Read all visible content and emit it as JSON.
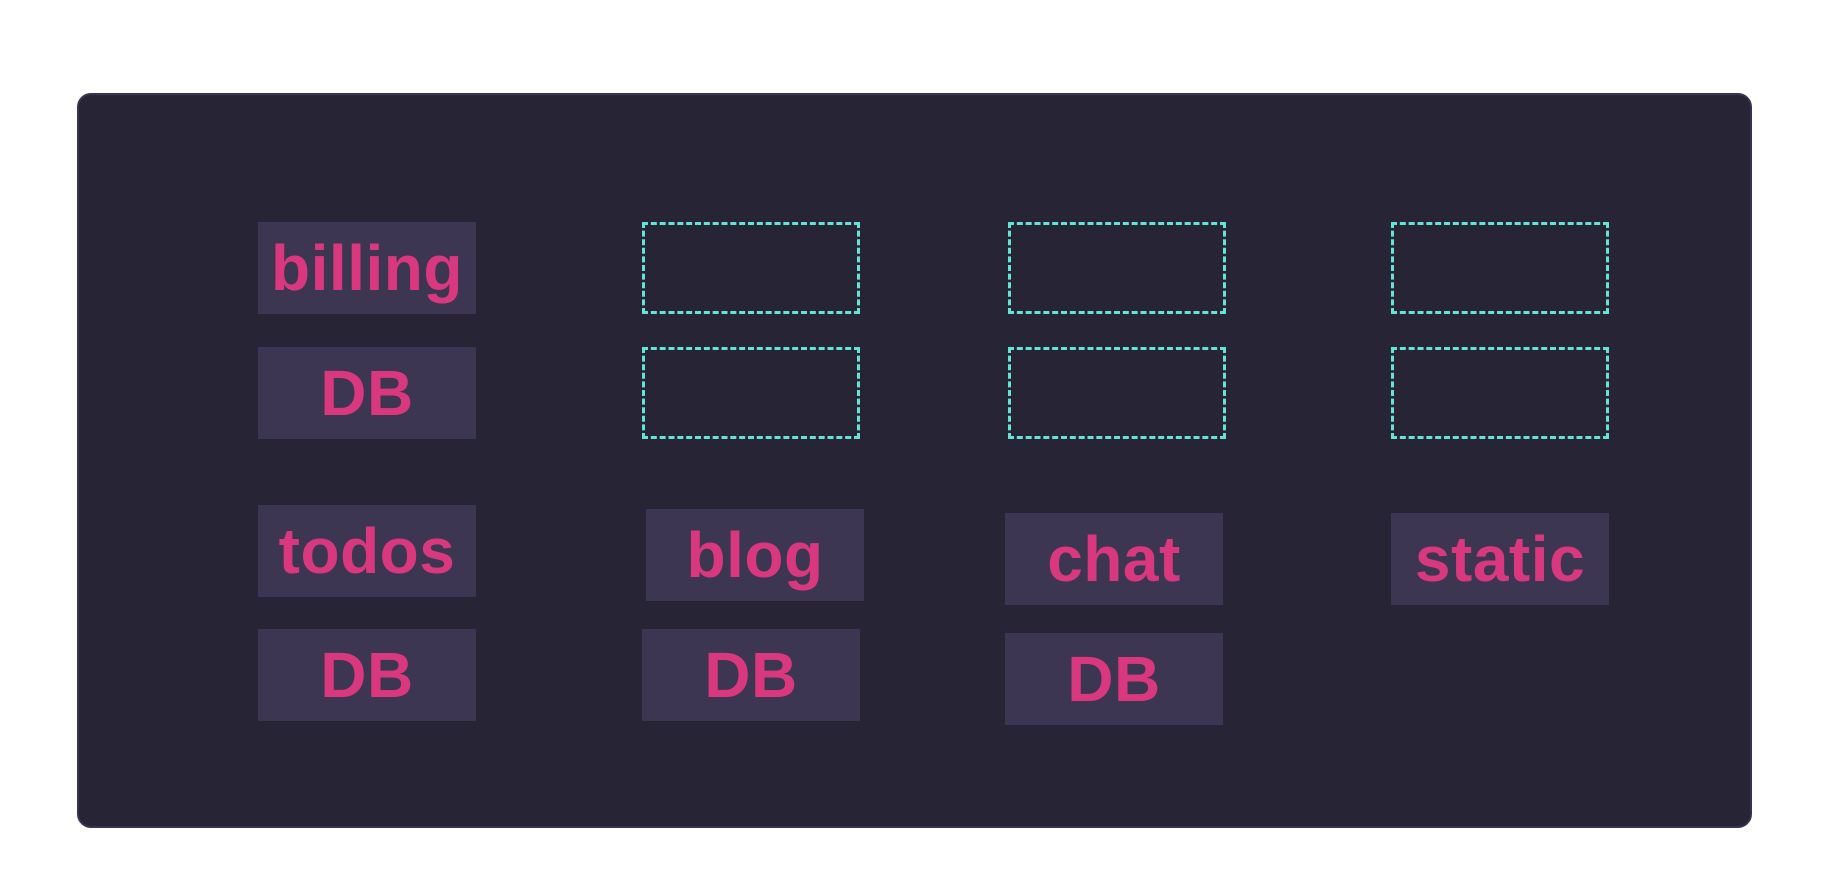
{
  "colors": {
    "page_background": "#ffffff",
    "panel_background": "#262435",
    "panel_border": "#37334f",
    "box_fill": "#3c3652",
    "box_text": "#d9387e",
    "placeholder_border": "#64e3d7"
  },
  "columns": [
    {
      "app_label": "billing",
      "db_label": "DB"
    },
    {
      "app_label": "blog",
      "db_label": "DB"
    },
    {
      "app_label": "chat",
      "db_label": "DB"
    },
    {
      "app_label": "static"
    }
  ],
  "todos": {
    "app_label": "todos",
    "db_label": "DB"
  }
}
